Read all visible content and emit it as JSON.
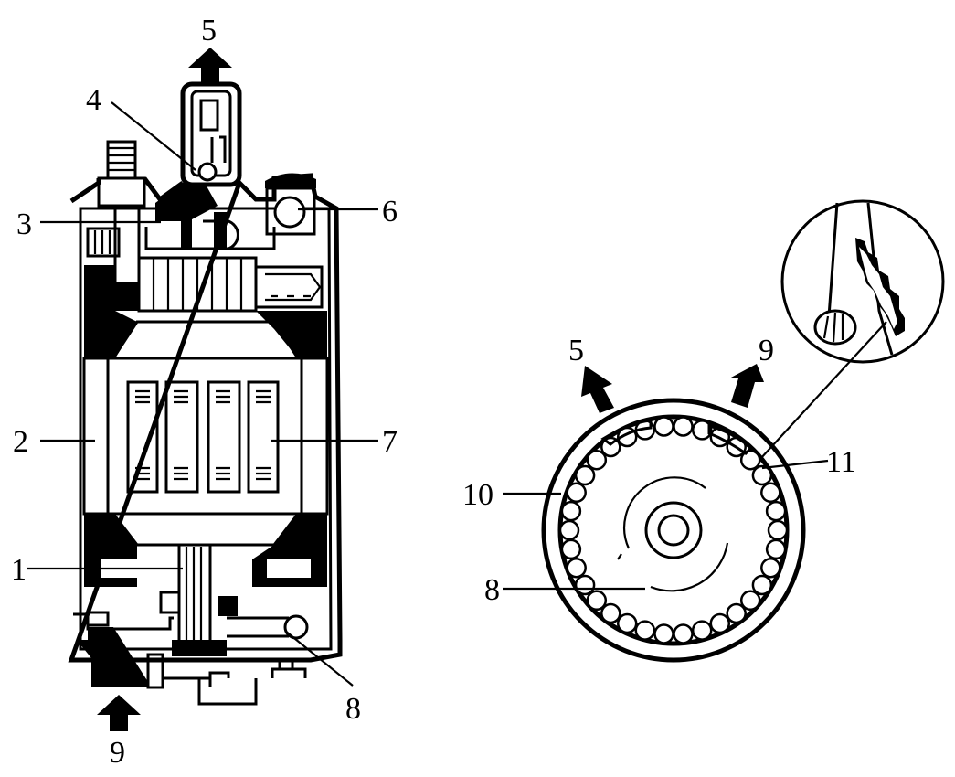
{
  "labels": {
    "l1": "1",
    "l2": "2",
    "l3": "3",
    "l4": "4",
    "l5_pump": "5",
    "l6": "6",
    "l7": "7",
    "l8_pump": "8",
    "l9_pump": "9",
    "l5_rotor": "5",
    "l9_rotor": "9",
    "l10": "10",
    "l11": "11",
    "l8_rotor": "8"
  }
}
